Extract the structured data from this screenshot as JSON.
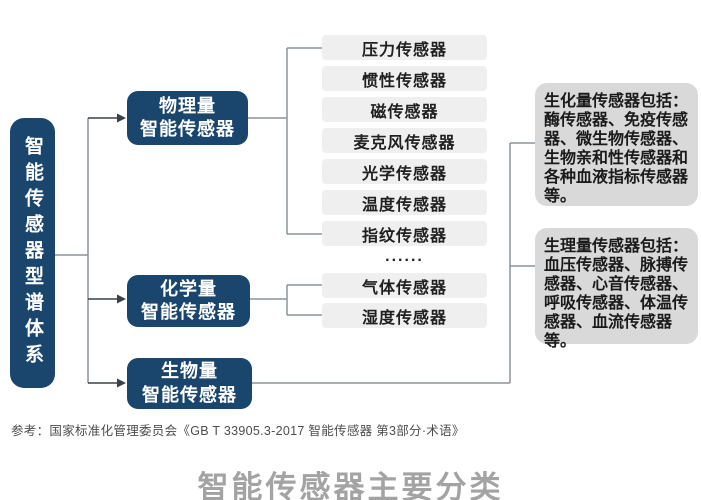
{
  "root": {
    "label": "智能传感器型谱体系"
  },
  "categories": {
    "physical": {
      "line1": "物理量",
      "line2": "智能传感器"
    },
    "chemical": {
      "line1": "化学量",
      "line2": "智能传感器"
    },
    "bio": {
      "line1": "生物量",
      "line2": "智能传感器"
    }
  },
  "sensors": {
    "physical": [
      "压力传感器",
      "惯性传感器",
      "磁传感器",
      "麦克风传感器",
      "光学传感器",
      "温度传感器",
      "指纹传感器"
    ],
    "more": "......",
    "chemical": [
      "气体传感器",
      "湿度传感器"
    ]
  },
  "notes": {
    "biochem": "生化量传感器包括：酶传感器、免疫传感器、微生物传感器、生物亲和性传感器和各种血液指标传感器等。",
    "physio": "生理量传感器包括：血压传感器、脉搏传感器、心音传感器、呼吸传感器、体温传感器、血流传感器等。"
  },
  "reference": "参考：国家标准化管理委员会《GB T 33905.3-2017 智能传感器 第3部分·术语》",
  "title": "智能传感器主要分类",
  "colors": {
    "navy": "#1a466d",
    "item_bg": "#efefef",
    "note_bg": "#d9d9d9",
    "line": "#8a949c",
    "arrow": "#39424a",
    "title_gray": "#a3a3a3"
  }
}
